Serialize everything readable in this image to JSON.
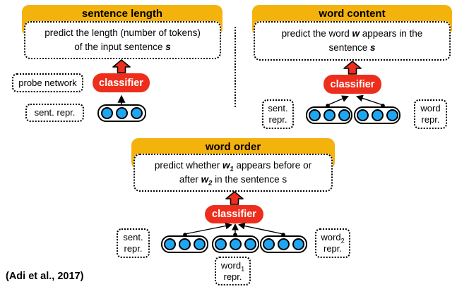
{
  "colors": {
    "yellow": "#F4B20D",
    "red": "#EE2E1C",
    "blue": "#1EA6F2",
    "ink": "#000000",
    "background": "#FFFFFF"
  },
  "units_per_box": 3,
  "citation": "(Adi et al., 2017)",
  "panels": [
    {
      "id": "sentence-length",
      "title": "sentence length",
      "classifier_label": "classifier",
      "desc_lines": [
        [
          {
            "t": "predict the length (number of tokens)"
          }
        ],
        [
          {
            "t": "of the input sentence "
          },
          {
            "t": "s",
            "em": true
          }
        ]
      ],
      "labels": {
        "probe": [
          [
            {
              "t": "probe network"
            }
          ]
        ],
        "sent": [
          [
            {
              "t": "sent. repr."
            }
          ]
        ]
      }
    },
    {
      "id": "word-content",
      "title": "word content",
      "classifier_label": "classifier",
      "desc_lines": [
        [
          {
            "t": "predict the word "
          },
          {
            "t": "w",
            "em": true
          },
          {
            "t": " appears in the"
          }
        ],
        [
          {
            "t": "sentence "
          },
          {
            "t": "s",
            "em": true
          }
        ]
      ],
      "labels": {
        "sent": [
          [
            {
              "t": "sent."
            }
          ],
          [
            {
              "t": "repr."
            }
          ]
        ],
        "word": [
          [
            {
              "t": "word"
            }
          ],
          [
            {
              "t": "repr."
            }
          ]
        ]
      }
    },
    {
      "id": "word-order",
      "title": "word order",
      "classifier_label": "classifier",
      "desc_lines": [
        [
          {
            "t": "predict whether "
          },
          {
            "t": "w",
            "em": true
          },
          {
            "t": "1",
            "em": true,
            "sub": true
          },
          {
            "t": " appears before or"
          }
        ],
        [
          {
            "t": "after "
          },
          {
            "t": "w",
            "em": true
          },
          {
            "t": "2",
            "em": true,
            "sub": true
          },
          {
            "t": " in the sentence s"
          }
        ]
      ],
      "labels": {
        "sent": [
          [
            {
              "t": "sent."
            }
          ],
          [
            {
              "t": "repr."
            }
          ]
        ],
        "word1": [
          [
            {
              "t": "word"
            },
            {
              "t": "1",
              "sub": true
            }
          ],
          [
            {
              "t": "repr."
            }
          ]
        ],
        "word2": [
          [
            {
              "t": "word"
            },
            {
              "t": "2",
              "sub": true
            }
          ],
          [
            {
              "t": "repr."
            }
          ]
        ]
      }
    }
  ]
}
